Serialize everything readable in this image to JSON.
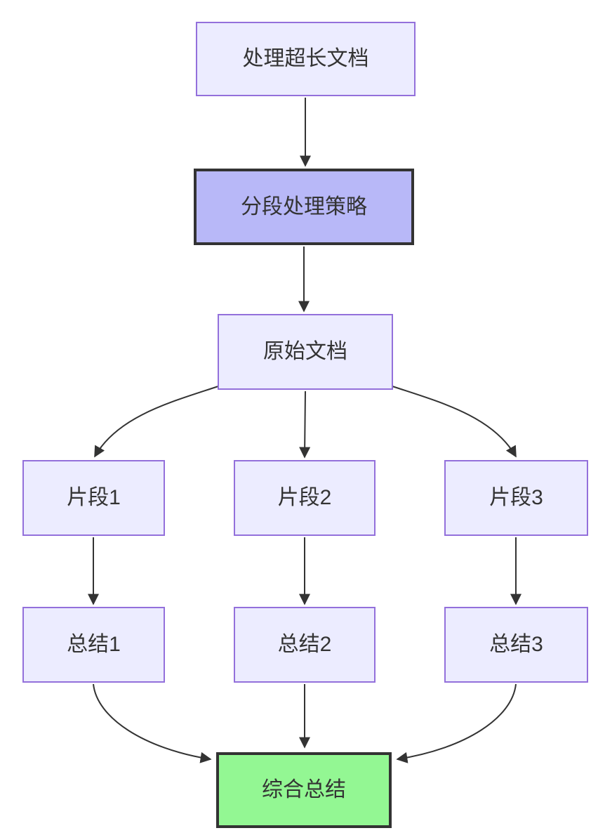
{
  "diagram": {
    "type": "flowchart",
    "direction": "top-down",
    "background_color": "#ffffff",
    "colors": {
      "default_node_fill": "#ececff",
      "default_node_border": "#9370db",
      "highlight_node_fill": "#b8b8f8",
      "highlight_node_border": "#333333",
      "result_node_fill": "#93f793",
      "result_node_border": "#333333",
      "edge_stroke": "#333333",
      "text_color": "#333333"
    },
    "nodes": {
      "process": {
        "label": "处理超长文档",
        "style": "default"
      },
      "strategy": {
        "label": "分段处理策略",
        "style": "highlight"
      },
      "source": {
        "label": "原始文档",
        "style": "default"
      },
      "chunk1": {
        "label": "片段1",
        "style": "default"
      },
      "chunk2": {
        "label": "片段2",
        "style": "default"
      },
      "chunk3": {
        "label": "片段3",
        "style": "default"
      },
      "summary1": {
        "label": "总结1",
        "style": "default"
      },
      "summary2": {
        "label": "总结2",
        "style": "default"
      },
      "summary3": {
        "label": "总结3",
        "style": "default"
      },
      "final": {
        "label": "综合总结",
        "style": "result"
      }
    },
    "edges": [
      {
        "from": "处理超长文档",
        "to": "分段处理策略"
      },
      {
        "from": "分段处理策略",
        "to": "原始文档"
      },
      {
        "from": "原始文档",
        "to": "片段1"
      },
      {
        "from": "原始文档",
        "to": "片段2"
      },
      {
        "from": "原始文档",
        "to": "片段3"
      },
      {
        "from": "片段1",
        "to": "总结1"
      },
      {
        "from": "片段2",
        "to": "总结2"
      },
      {
        "from": "片段3",
        "to": "总结3"
      },
      {
        "from": "总结1",
        "to": "综合总结"
      },
      {
        "from": "总结2",
        "to": "综合总结"
      },
      {
        "from": "总结3",
        "to": "综合总结"
      }
    ]
  }
}
